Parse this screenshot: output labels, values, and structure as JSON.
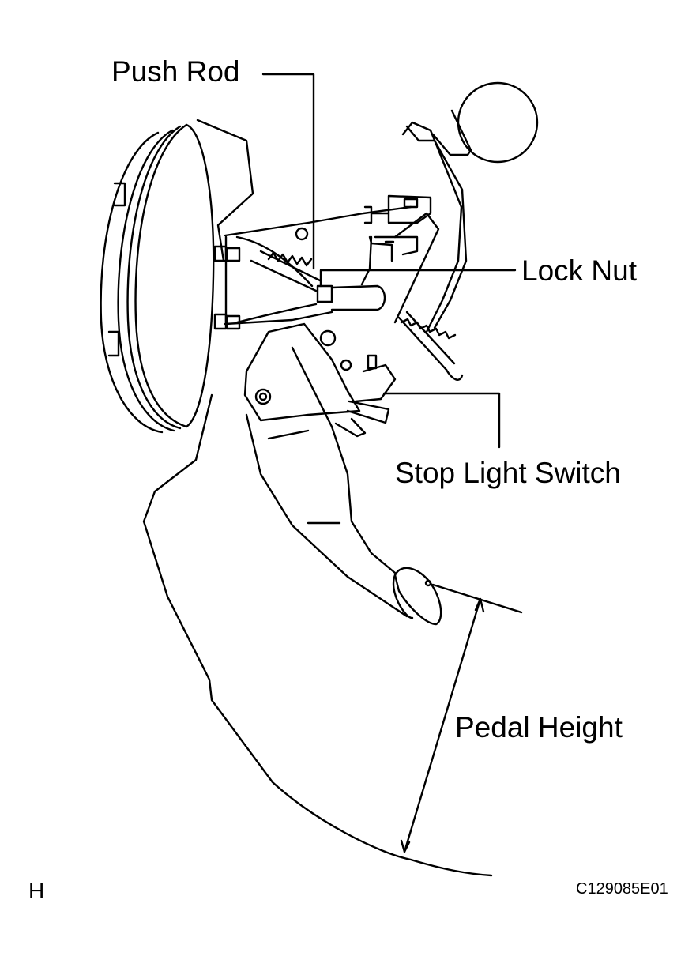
{
  "labels": {
    "push_rod": "Push Rod",
    "lock_nut": "Lock Nut",
    "stop_light_switch": "Stop Light Switch",
    "pedal_height": "Pedal Height"
  },
  "corner_letter": "H",
  "figure_code": "C129085E01",
  "colors": {
    "line": "#000000",
    "background": "#ffffff"
  }
}
